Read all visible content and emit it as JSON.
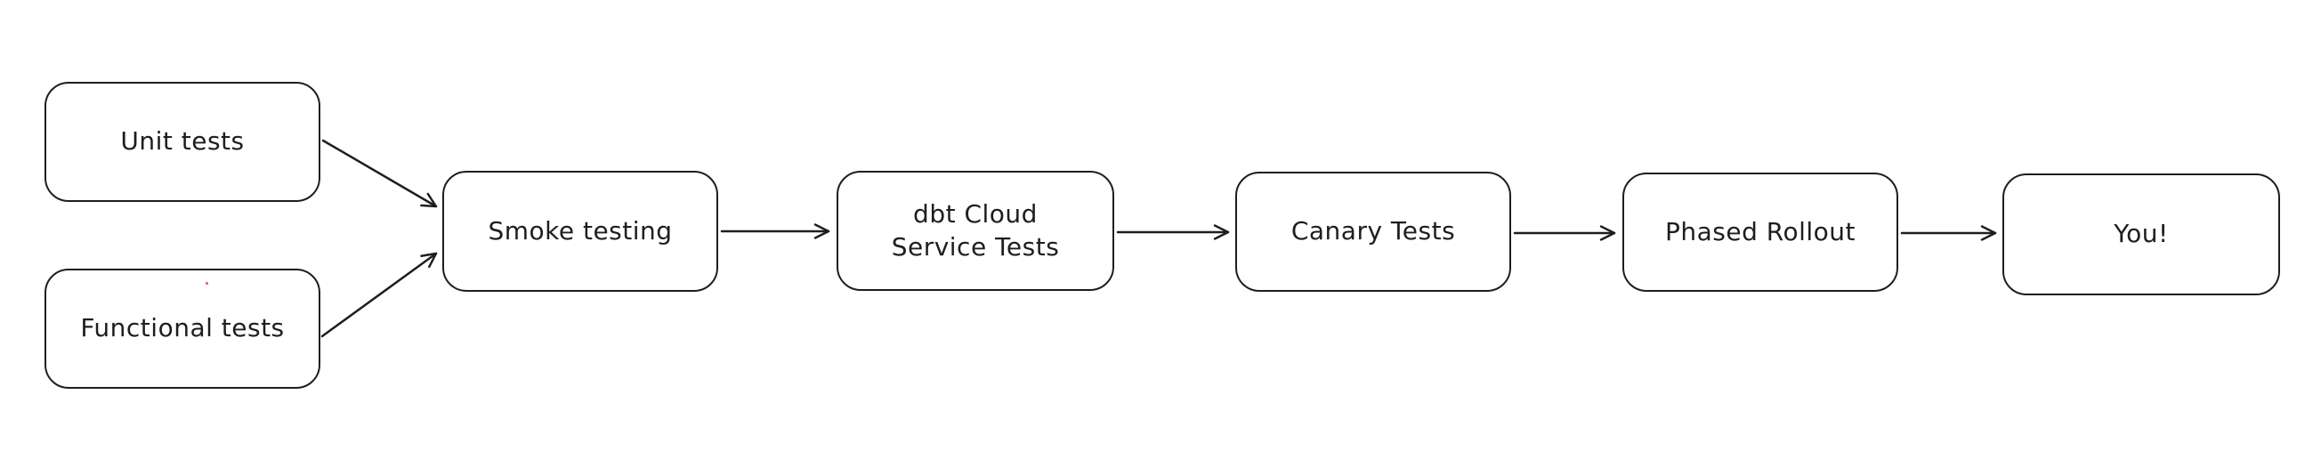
{
  "diagram": {
    "type": "flowchart",
    "style": "hand-drawn",
    "colors": {
      "background": "#ffffff",
      "stroke": "#1e1e1e",
      "node_fill": "#ffffff",
      "artifact_dot": "#e06666"
    },
    "nodes": [
      {
        "id": "unit",
        "label": "Unit tests"
      },
      {
        "id": "functional",
        "label": "Functional tests"
      },
      {
        "id": "smoke",
        "label": "Smoke testing"
      },
      {
        "id": "dbt",
        "label": "dbt Cloud Service Tests"
      },
      {
        "id": "canary",
        "label": "Canary Tests"
      },
      {
        "id": "phased",
        "label": "Phased Rollout"
      },
      {
        "id": "you",
        "label": "You!"
      }
    ],
    "edges": [
      {
        "from": "Unit tests",
        "to": "Smoke testing"
      },
      {
        "from": "Functional tests",
        "to": "Smoke testing"
      },
      {
        "from": "Smoke testing",
        "to": "dbt Cloud Service Tests"
      },
      {
        "from": "dbt Cloud Service Tests",
        "to": "Canary Tests"
      },
      {
        "from": "Canary Tests",
        "to": "Phased Rollout"
      },
      {
        "from": "Phased Rollout",
        "to": "You!"
      }
    ]
  }
}
